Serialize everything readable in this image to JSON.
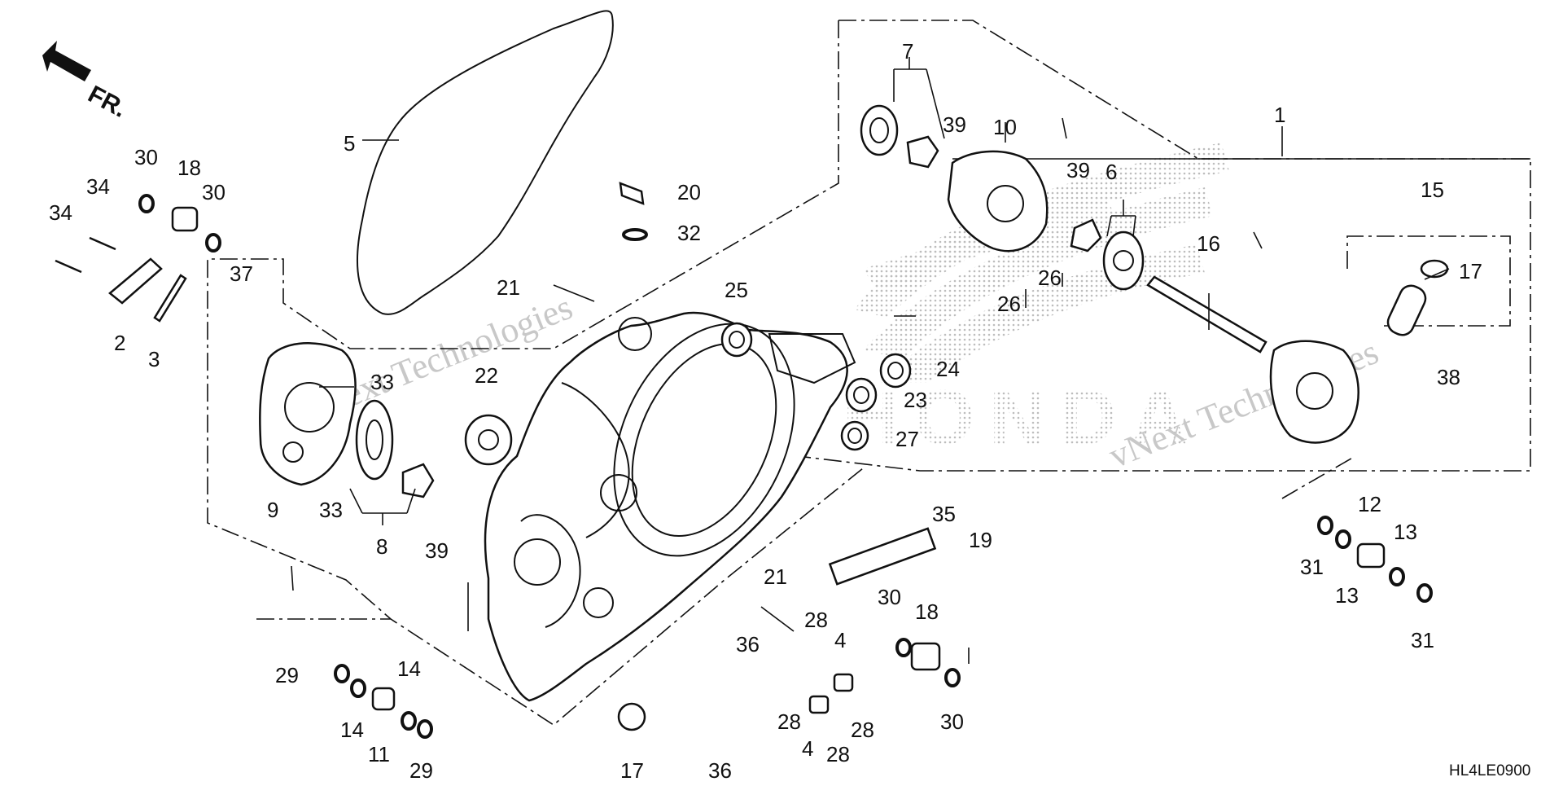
{
  "diagram": {
    "front_marker": "FR.",
    "figure_code": "HL4LE0900",
    "watermark_text": "vNext Technologies",
    "part_callouts": [
      "1",
      "2",
      "3",
      "4",
      "4",
      "5",
      "6",
      "7",
      "8",
      "9",
      "10",
      "11",
      "12",
      "13",
      "13",
      "14",
      "14",
      "15",
      "16",
      "17",
      "17",
      "18",
      "18",
      "19",
      "20",
      "21",
      "21",
      "22",
      "23",
      "24",
      "25",
      "26",
      "26",
      "27",
      "28",
      "28",
      "28",
      "28",
      "29",
      "29",
      "30",
      "30",
      "30",
      "30",
      "31",
      "31",
      "32",
      "33",
      "33",
      "34",
      "34",
      "35",
      "36",
      "36",
      "37",
      "38",
      "39",
      "39",
      "39"
    ]
  },
  "colors": {
    "ink": "#111111",
    "background": "#ffffff",
    "watermark": "#c8c8c8",
    "logo_dots": "#bdbdbd"
  }
}
